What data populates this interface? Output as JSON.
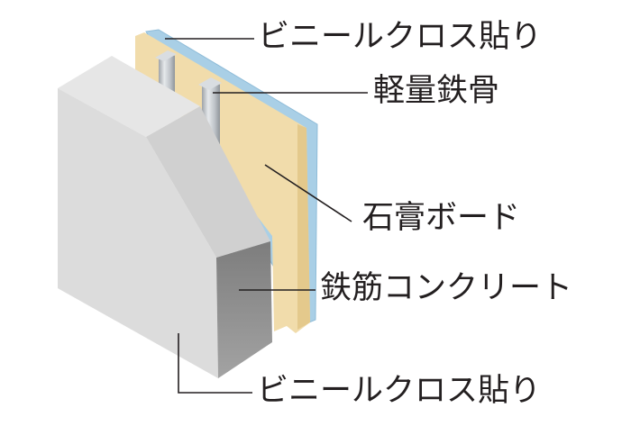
{
  "labels": {
    "vinyl_cloth_top": "ビニールクロス貼り",
    "light_steel": "軽量鉄骨",
    "gypsum_board": "石膏ボード",
    "reinforced_concrete": "鉄筋コンクリート",
    "vinyl_cloth_bottom": "ビニールクロス貼り"
  },
  "colors": {
    "label_text": "#231f20",
    "leader_line": "#231f20",
    "concrete_front": "#dcdcdc",
    "concrete_bevel": "#d2d2d2",
    "concrete_side": "#8f8f8f",
    "gypsum_board": "#f1dcab",
    "board_edge": "#e4c98c",
    "vinyl_cloth": "#a9cfe6",
    "steel_stud": "#c7cbcf"
  }
}
